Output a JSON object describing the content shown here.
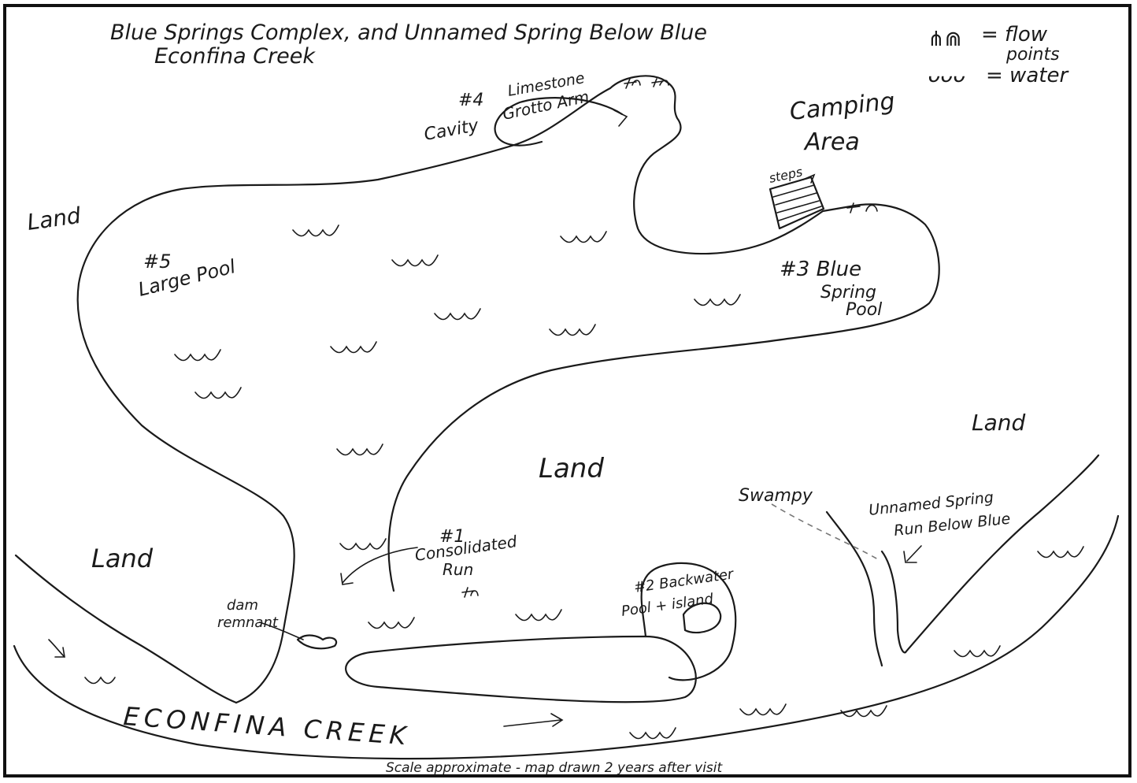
{
  "title": {
    "line1": "Blue Springs Complex, and Unnamed Spring Below Blue",
    "line2": "Econfina Creek"
  },
  "legend": {
    "flow_symbol": "⋔⋒",
    "flow_label_1": "= flow",
    "flow_label_2": "points",
    "water_symbol": "ᴗᴗᴗ",
    "water_label": "= water"
  },
  "labels": {
    "land_top_left": "Land",
    "land_center": "Land",
    "land_right": "Land",
    "land_bottom_left": "Land",
    "camping_1": "Camping",
    "camping_2": "Area",
    "steps": "steps",
    "site4_num": "#4",
    "site4_name1": "Limestone",
    "site4_name2": "Grotto Arm",
    "site4_cavity": "Cavity",
    "site5_num": "#5",
    "site5_name": "Large Pool",
    "site3_name1": "#3 Blue",
    "site3_name2": "Spring",
    "site3_name3": "Pool",
    "site1_num": "#1",
    "site1_name1": "Consolidated",
    "site1_name2": "Run",
    "site2_name1": "#2 Backwater",
    "site2_name2": "Pool + island",
    "swampy": "Swampy",
    "unnamed_1": "Unnamed Spring",
    "unnamed_2": "Run Below Blue",
    "dam_1": "dam",
    "dam_2": "remnant",
    "creek": "ECONFINA  CREEK",
    "footer": "Scale approximate - map drawn 2 years after visit"
  }
}
